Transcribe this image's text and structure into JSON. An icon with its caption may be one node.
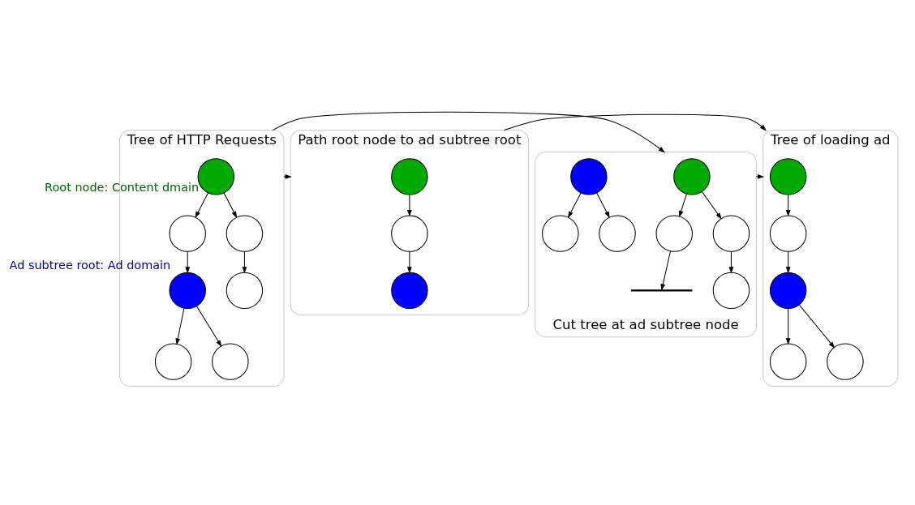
{
  "diagram": {
    "nodes": [
      {
        "text": [
          "Tree of HTTP Requests"
        ]
      },
      {
        "text": [],
        "shape": "circle",
        "in": 0,
        "beside": [
          "Root node: Content dmain"
        ]
      },
      {
        "text": [],
        "shape": "circle",
        "in": 0
      },
      {
        "text": [],
        "shape": "circle",
        "in": 0
      },
      {
        "text": [],
        "shape": "circle",
        "in": 0,
        "beside": [
          "Ad subtree root: Ad domain"
        ]
      },
      {
        "text": [],
        "shape": "circle",
        "in": 0
      },
      {
        "text": [],
        "shape": "circle",
        "in": 0
      },
      {
        "text": [],
        "shape": "circle",
        "in": 0
      },
      {
        "text": [
          "Path root node to ad subtree root"
        ]
      },
      {
        "text": [],
        "shape": "circle",
        "in": 8
      },
      {
        "text": [],
        "shape": "circle",
        "in": 8
      },
      {
        "text": [],
        "shape": "circle",
        "in": 8
      },
      {
        "text": [
          "Cut tree at ad subtree node"
        ]
      },
      {
        "text": [],
        "shape": "circle",
        "in": 12
      },
      {
        "text": [],
        "shape": "circle",
        "in": 12
      },
      {
        "text": [],
        "shape": "circle",
        "in": 12
      },
      {
        "text": [],
        "shape": "circle",
        "in": 12
      },
      {
        "text": [],
        "shape": "bar",
        "in": 12
      },
      {
        "text": [],
        "shape": "circle",
        "in": 12
      },
      {
        "text": [],
        "shape": "circle",
        "in": 12
      },
      {
        "text": [],
        "shape": "circle",
        "in": 12
      },
      {
        "text": [
          "Tree of loading ad"
        ]
      },
      {
        "text": [],
        "shape": "circle",
        "in": 21
      },
      {
        "text": [],
        "shape": "circle",
        "in": 21
      },
      {
        "text": [],
        "shape": "circle",
        "in": 21
      },
      {
        "text": [],
        "shape": "circle",
        "in": 21
      },
      {
        "text": [],
        "shape": "circle",
        "in": 21
      }
    ],
    "edges": [
      {
        "from": 1,
        "to": 2,
        "arrow": "to"
      },
      {
        "from": 1,
        "to": 3,
        "arrow": "to"
      },
      {
        "from": 2,
        "to": 4,
        "arrow": "to"
      },
      {
        "from": 3,
        "to": 5,
        "arrow": "to"
      },
      {
        "from": 4,
        "to": 6,
        "arrow": "to"
      },
      {
        "from": 4,
        "to": 7,
        "arrow": "to"
      },
      {
        "from": 0,
        "to": 8,
        "arrow": "to"
      },
      {
        "from": 0,
        "to": 12,
        "arrow": "to"
      },
      {
        "from": 9,
        "to": 10,
        "arrow": "to"
      },
      {
        "from": 10,
        "to": 11,
        "arrow": "to"
      },
      {
        "from": 13,
        "to": 14,
        "arrow": "to"
      },
      {
        "from": 13,
        "to": 15,
        "arrow": "to"
      },
      {
        "from": 14,
        "to": 17,
        "arrow": "to"
      },
      {
        "from": 15,
        "to": 16,
        "arrow": "to"
      },
      {
        "from": 18,
        "to": 19,
        "arrow": "to"
      },
      {
        "from": 18,
        "to": 20,
        "arrow": "to"
      },
      {
        "from": 8,
        "to": 21,
        "arrow": "to"
      },
      {
        "from": 12,
        "to": 21,
        "arrow": "to"
      },
      {
        "from": 22,
        "to": 23,
        "arrow": "to"
      },
      {
        "from": 23,
        "to": 24,
        "arrow": "to"
      },
      {
        "from": 24,
        "to": 25,
        "arrow": "to"
      },
      {
        "from": 24,
        "to": 26,
        "arrow": "to"
      }
    ]
  }
}
